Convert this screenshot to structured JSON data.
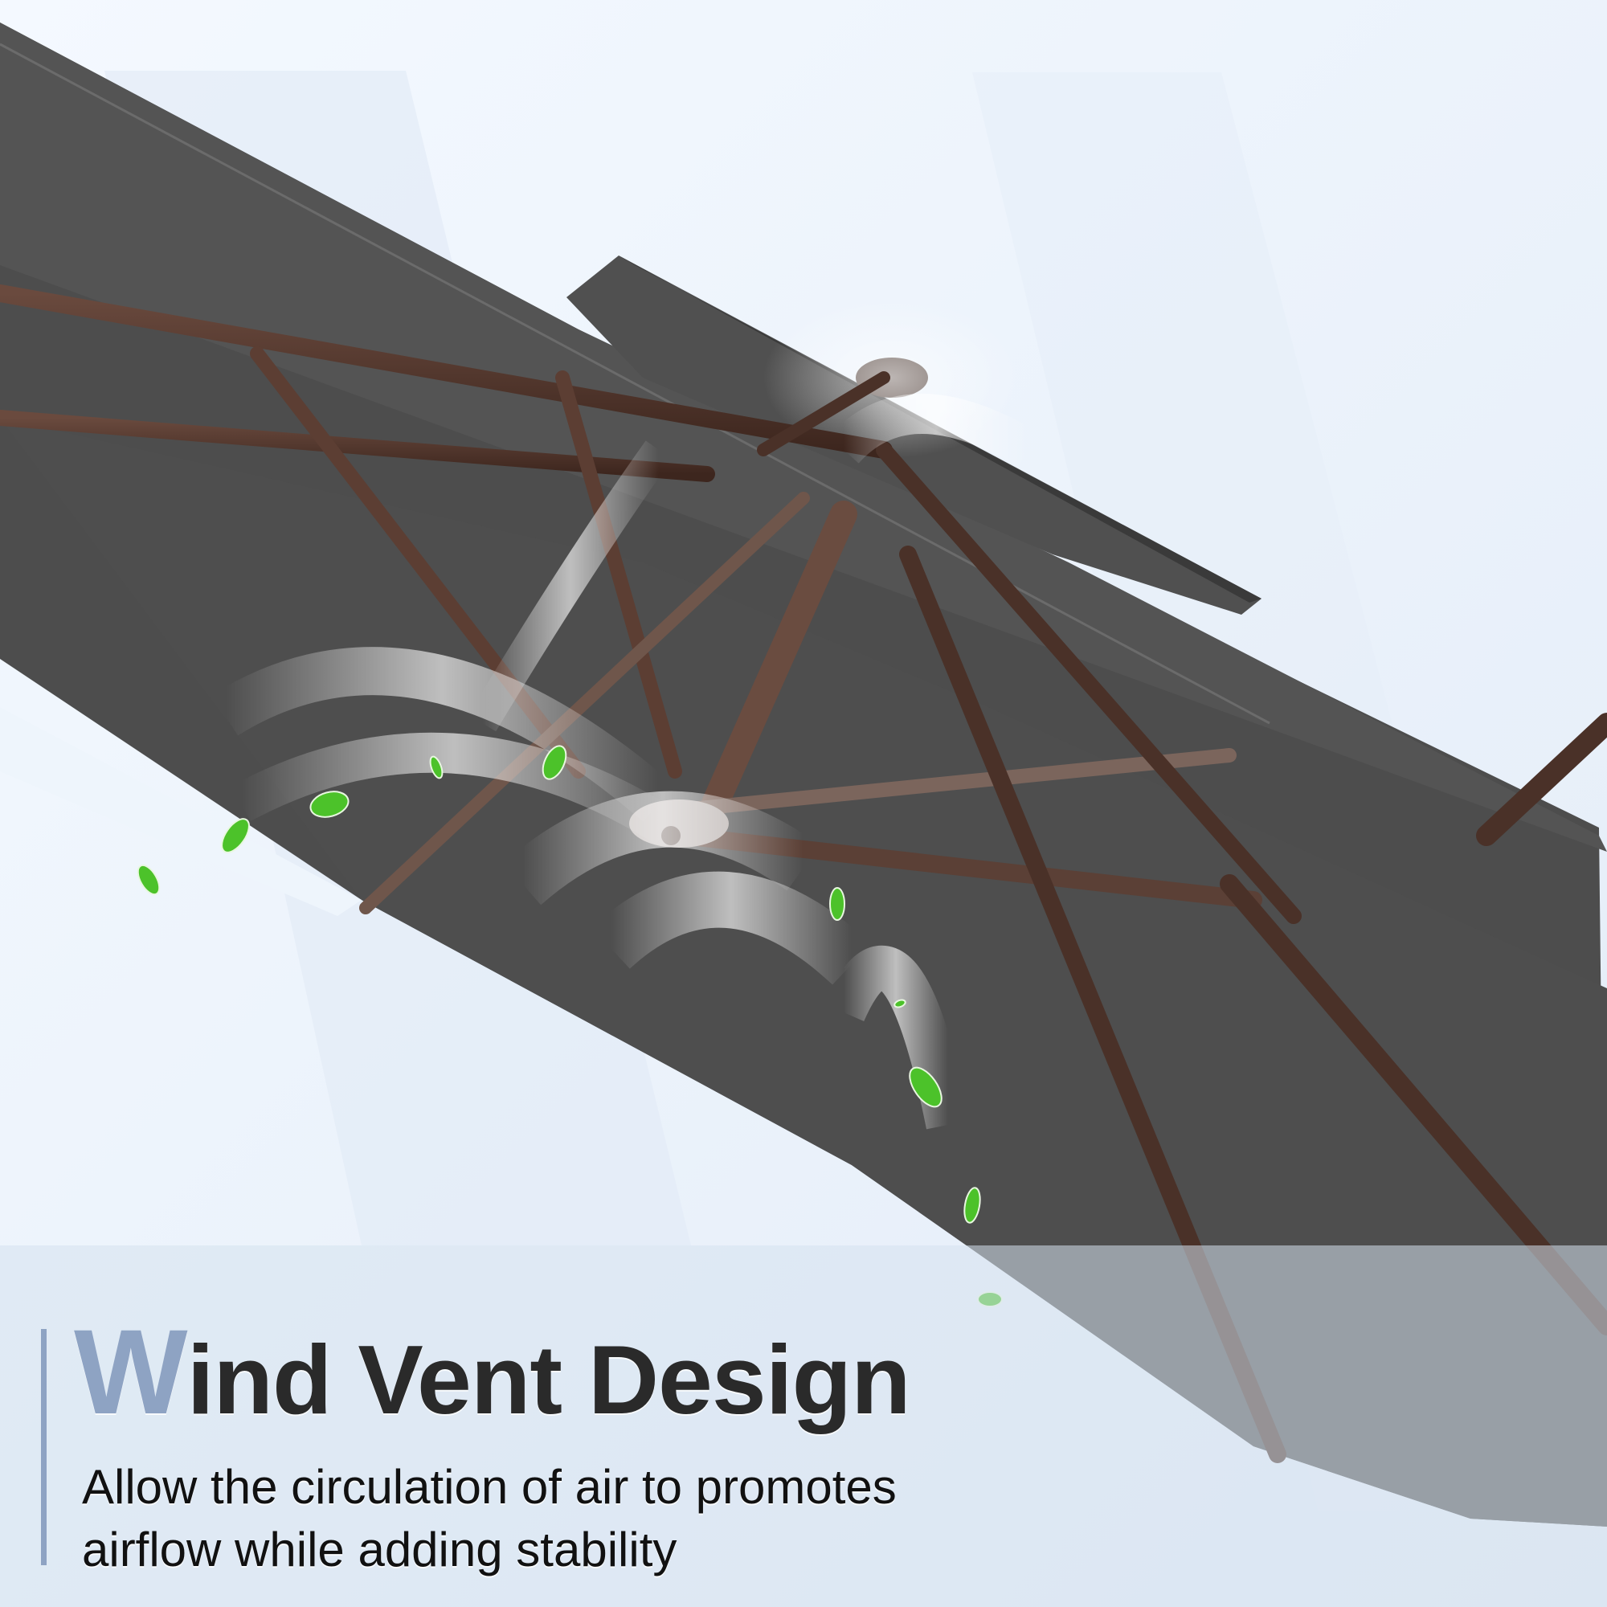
{
  "feature": {
    "title_first_letter": "W",
    "title_rest": "ind Vent Design",
    "description_lines": [
      "Allow the circulation of air to promotes",
      "airflow while adding stability"
    ]
  },
  "colors": {
    "background": "#eef5fc",
    "canopy": "#4d4d4d",
    "canopy_dark": "#3f3f3f",
    "frame": "#4a3128",
    "accent": "#8ea3c3",
    "title_text": "#2a2a2a",
    "leaf": "#4cc22a"
  },
  "scene": {
    "subject": "cantilever patio umbrella underside with wind vent",
    "icons": [
      "umbrella-canopy",
      "wind-vent",
      "airflow-streaks",
      "falling-leaves"
    ]
  }
}
